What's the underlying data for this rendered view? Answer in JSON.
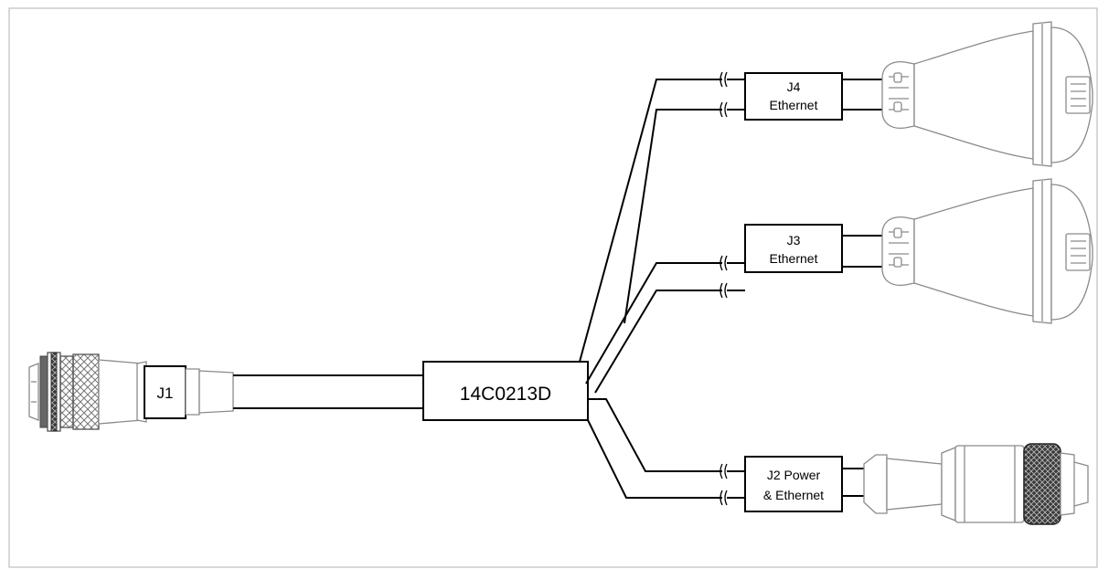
{
  "diagram": {
    "main_box_label": "14C0213D",
    "j1_label": "J1",
    "j4": {
      "line1": "J4",
      "line2": "Ethernet"
    },
    "j3": {
      "line1": "J3",
      "line2": "Ethernet"
    },
    "j2": {
      "line1": "J2 Power",
      "line2": "& Ethernet"
    }
  }
}
